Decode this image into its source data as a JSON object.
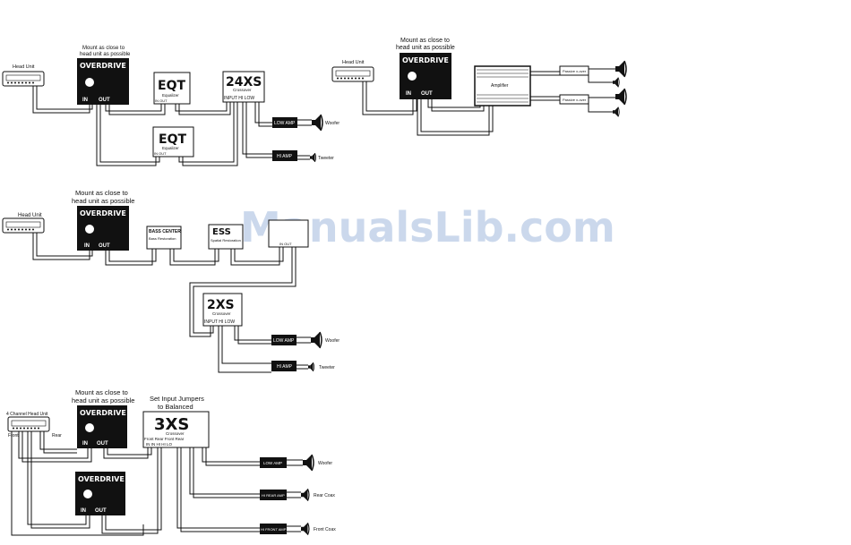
{
  "watermark": "ManualsLib.com",
  "labels": {
    "head_unit": "Head Unit",
    "head_unit_4ch": "4 Channel Head Unit",
    "front": "Front",
    "rear": "Rear",
    "mount_line1": "Mount as close to",
    "mount_line2": "head unit as possible",
    "overdrive_logo": "OVERDRIVE",
    "in": "IN",
    "out": "OUT",
    "eqt_logo": "EQT",
    "equalizer": "Equalizer",
    "in_out_small": "IN  OUT",
    "xs24_logo": "24XS",
    "crossover": "Crossover",
    "xs2_logo": "2XS",
    "xs3_logo": "3XS",
    "input_hi_low": "INPUT  HI  LOW",
    "low_amp": "LOW AMP",
    "hi_amp": "HI AMP",
    "woofer": "Woofer",
    "tweeter": "Tweeter",
    "amplifier": "Amplifier",
    "passive_xover": "Passive x-over",
    "bass_restoration_logo": "BASS CENTER",
    "bass_restoration": "Bass Restoration",
    "ess_logo": "ESS",
    "spatial_restoration": "Spatial Restoration",
    "set_jumpers_line1": "Set Input Jumpers",
    "set_jumpers_line2": "to Balanced",
    "front_rear_front_rear_lo": "Front Rear Front Rear",
    "in_in_hi_hi_lo": "IN  IN  HI  HI  LO",
    "rear_amp": "HI REAR AMP",
    "front_amp": "HI FRONT AMP",
    "rear_coax": "Rear Coax",
    "front_coax": "Front Coax"
  },
  "colors": {
    "line": "#111111",
    "box_fill": "#111111",
    "watermark": "#b9cbe6"
  }
}
